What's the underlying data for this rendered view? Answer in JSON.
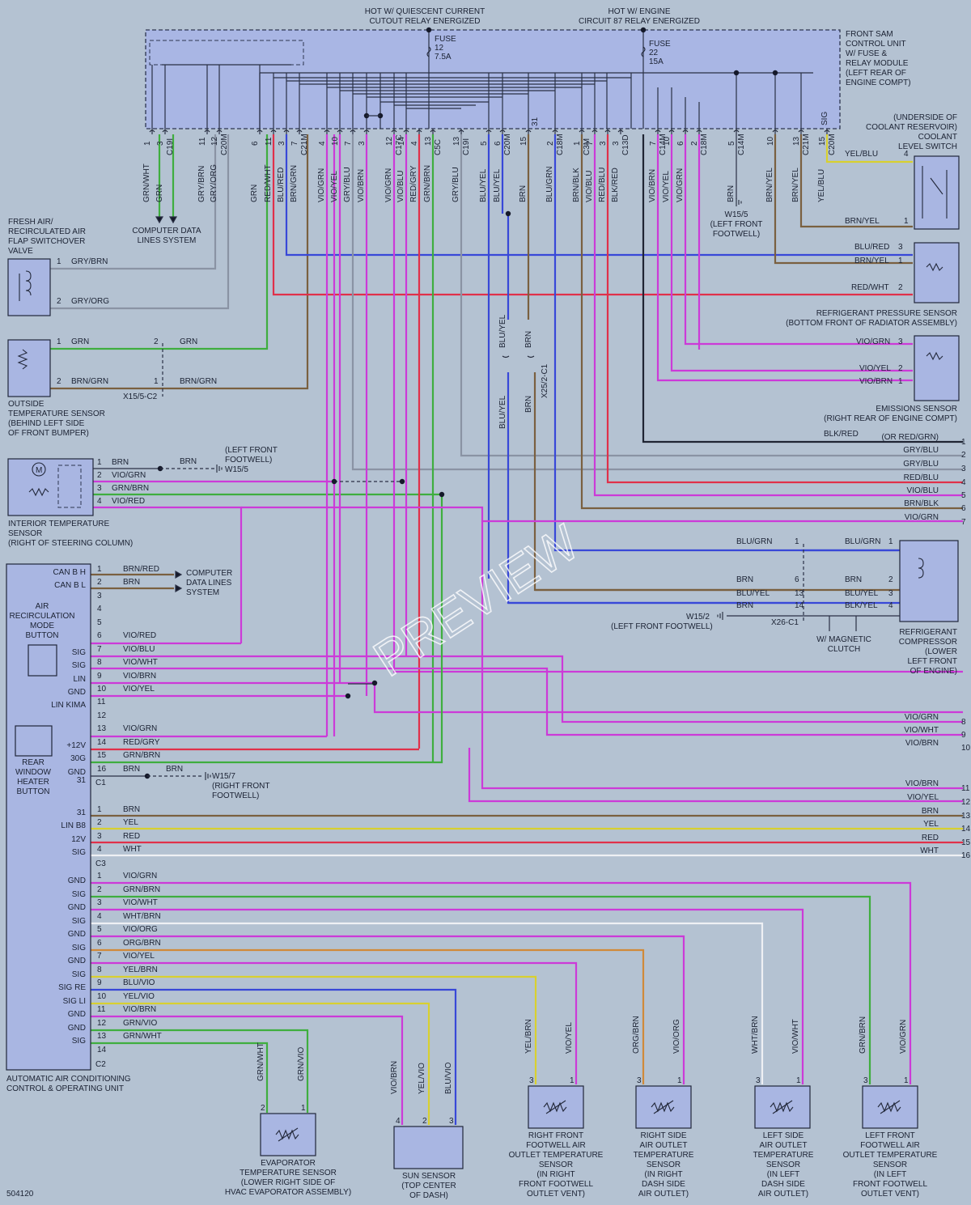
{
  "top_labels": {
    "hot_quiescent": [
      "HOT W/ QUIESCENT CURRENT",
      "CUTOUT RELAY ENERGIZED"
    ],
    "hot_engine": [
      "HOT W/ ENGINE",
      "CIRCUIT 87 RELAY ENERGIZED"
    ],
    "fuse12": [
      "FUSE",
      "12",
      "7.5A"
    ],
    "fuse22": [
      "FUSE",
      "22",
      "15A"
    ],
    "sam_module": [
      "FRONT SAM",
      "CONTROL UNIT",
      "W/ FUSE &",
      "RELAY MODULE",
      "(LEFT REAR OF",
      "ENGINE COMPT)"
    ],
    "sig": "SIG"
  },
  "sam_pins": [
    {
      "pin": "1",
      "conn": "",
      "wire": "GRN/WHT"
    },
    {
      "pin": "3",
      "conn": "C19I",
      "wire": "GRN"
    },
    {
      "pin": "11",
      "conn": "",
      "wire": "GRY/BRN"
    },
    {
      "pin": "12",
      "conn": "C20M",
      "wire": "GRY/ORG"
    },
    {
      "pin": "6",
      "conn": "",
      "wire": "GRN"
    },
    {
      "pin": "11",
      "conn": "",
      "wire": "RED/WHT"
    },
    {
      "pin": "3",
      "conn": "",
      "wire": "BLU/RED"
    },
    {
      "pin": "7",
      "conn": "C21M",
      "wire": "BRN/GRN"
    },
    {
      "pin": "4",
      "conn": "",
      "wire": "VIO/GRN"
    },
    {
      "pin": "10",
      "conn": "",
      "wire": "VIO/YEL"
    },
    {
      "pin": "7",
      "conn": "",
      "wire": "GRY/BLU"
    },
    {
      "pin": "3",
      "conn": "",
      "wire": "VIO/BRN"
    },
    {
      "pin": "12",
      "conn": "C17C",
      "wire": "VIO/GRN"
    },
    {
      "pin": "14",
      "conn": "",
      "wire": "VIO/BLU"
    },
    {
      "pin": "4",
      "conn": "",
      "wire": "RED/GRY"
    },
    {
      "pin": "13",
      "conn": "C5C",
      "wire": "GRN/BRN"
    },
    {
      "pin": "13",
      "conn": "C19I",
      "wire": "GRY/BLU"
    },
    {
      "pin": "5",
      "conn": "",
      "wire": "BLU/YEL"
    },
    {
      "pin": "6",
      "conn": "C20M",
      "wire": "BLU/YEL"
    },
    {
      "pin": "15",
      "conn": "",
      "wire": "BRN"
    },
    {
      "pin": "2",
      "conn": "C18M",
      "wire": "BLU/GRN"
    },
    {
      "pin": "1",
      "conn": "C3M",
      "wire": "BRN/BLK"
    },
    {
      "pin": "7",
      "conn": "",
      "wire": "VIO/BLU"
    },
    {
      "pin": "3",
      "conn": "",
      "wire": "RED/BLU"
    },
    {
      "pin": "3",
      "conn": "C13D",
      "wire": "BLK/RED"
    },
    {
      "pin": "7",
      "conn": "C14M",
      "wire": "VIO/BRN"
    },
    {
      "pin": "10",
      "conn": "",
      "wire": "VIO/YEL"
    },
    {
      "pin": "6",
      "conn": "",
      "wire": "VIO/GRN"
    },
    {
      "pin": "2",
      "conn": "C18M",
      "wire": ""
    },
    {
      "pin": "5",
      "conn": "C14M",
      "wire": "BRN"
    },
    {
      "pin": "10",
      "conn": "",
      "wire": "BRN/YEL"
    },
    {
      "pin": "13",
      "conn": "C21M",
      "wire": "BRN/YEL"
    },
    {
      "pin": "15",
      "conn": "C20M",
      "wire": "YEL/BLU"
    }
  ],
  "misc_labels": {
    "pin31": "31",
    "or_red_grn": "(OR RED/GRN)",
    "computer_data_lines_top": [
      "COMPUTER DATA",
      "LINES SYSTEM"
    ],
    "w155_top": [
      "W15/5",
      "(LEFT FRONT",
      "FOOTWELL)"
    ],
    "blu_yel": "BLU/YEL",
    "brn": "BRN",
    "x252_c1": "X25/2-C1",
    "x155_c2": "X15/5-C2",
    "x26_c1": "X26-C1",
    "w152": "W15/2",
    "left_front_footwell": "(LEFT FRONT FOOTWELL)",
    "w155_mid": [
      "(LEFT FRONT",
      "FOOTWELL)",
      "W15/5"
    ],
    "w157": [
      "W15/7",
      "(RIGHT FRONT",
      "FOOTWELL)"
    ],
    "computer_data_lines_mid": [
      "COMPUTER",
      "DATA LINES",
      "SYSTEM"
    ],
    "w_magnetic_clutch": [
      "W/ MAGNETIC",
      "CLUTCH"
    ],
    "c1": "C1",
    "c2": "C2",
    "c3": "C3",
    "diagram_id": "504120",
    "watermark": "PREVIEW"
  },
  "components": {
    "fresh_air": {
      "label": [
        "FRESH AIR/",
        "RECIRCULATED AIR",
        "FLAP SWITCHOVER",
        "VALVE"
      ],
      "pins": [
        {
          "pin": "1",
          "wire": "GRY/BRN"
        },
        {
          "pin": "2",
          "wire": "GRY/ORG"
        }
      ]
    },
    "outside_temp": {
      "label": [
        "OUTSIDE",
        "TEMPERATURE SENSOR",
        "(BEHIND LEFT SIDE",
        "OF FRONT BUMPER)"
      ],
      "pins": [
        {
          "pin": "1",
          "wire": "GRN"
        },
        {
          "pin": "2",
          "wire": "BRN/GRN"
        }
      ],
      "conn_pins": [
        "2",
        "1"
      ],
      "conn_wires": [
        "GRN",
        "BRN/GRN"
      ]
    },
    "interior_temp": {
      "label": [
        "INTERIOR TEMPERATURE",
        "SENSOR",
        "(RIGHT OF STEERING COLUMN)"
      ],
      "motor": "M",
      "pins": [
        {
          "pin": "1",
          "wire": "BRN"
        },
        {
          "pin": "2",
          "wire": "VIO/GRN"
        },
        {
          "pin": "3",
          "wire": "GRN/BRN"
        },
        {
          "pin": "4",
          "wire": "VIO/RED"
        }
      ],
      "brn2": "BRN"
    },
    "coolant_switch": {
      "label": [
        "(UNDERSIDE OF",
        "COOLANT RESERVOIR)",
        "COOLANT",
        "LEVEL SWITCH"
      ],
      "pins": [
        {
          "pin": "4",
          "wire": "YEL/BLU"
        },
        {
          "pin": "1",
          "wire": "BRN/YEL"
        }
      ]
    },
    "refrig_pressure": {
      "label": [
        "REFRIGERANT PRESSURE SENSOR",
        "(BOTTOM FRONT OF RADIATOR ASSEMBLY)"
      ],
      "pins": [
        {
          "pin": "3",
          "wire": "BLU/RED"
        },
        {
          "pin": "1",
          "wire": "BRN/YEL"
        },
        {
          "pin": "2",
          "wire": "RED/WHT"
        }
      ]
    },
    "emissions": {
      "label": [
        "EMISSIONS SENSOR",
        "(RIGHT REAR OF ENGINE COMPT)"
      ],
      "pins": [
        {
          "pin": "3",
          "wire": "VIO/GRN"
        },
        {
          "pin": "2",
          "wire": "VIO/YEL"
        },
        {
          "pin": "1",
          "wire": "VIO/BRN"
        }
      ]
    },
    "compressor": {
      "label": [
        "REFRIGERANT",
        "COMPRESSOR",
        "(LOWER",
        "LEFT FRONT",
        "OF ENGINE)"
      ],
      "pins": [
        {
          "pin": "1",
          "wire": "BLU/GRN"
        },
        {
          "pin": "2",
          "wire": "BRN"
        },
        {
          "pin": "3",
          "wire": "BLU/YEL"
        },
        {
          "pin": "4",
          "wire": "BLK/YEL"
        }
      ],
      "conn_pins": [
        "1",
        "6",
        "13",
        "14"
      ],
      "conn_wires": [
        "BLU/GRN",
        "BRN",
        "BLU/YEL",
        "BRN"
      ]
    },
    "evaporator": {
      "label": [
        "EVAPORATOR",
        "TEMPERATURE SENSOR",
        "(LOWER RIGHT SIDE OF",
        "HVAC EVAPORATOR ASSEMBLY)"
      ],
      "pins": [
        {
          "pin": "2",
          "wire": "GRN/WHT"
        },
        {
          "pin": "1",
          "wire": "GRN/VIO"
        }
      ]
    },
    "sun_sensor": {
      "label": [
        "SUN SENSOR",
        "(TOP CENTER",
        "OF DASH)"
      ],
      "pins": [
        {
          "pin": "4",
          "wire": "VIO/BRN"
        },
        {
          "pin": "2",
          "wire": "YEL/VIO"
        },
        {
          "pin": "3",
          "wire": "BLU/VIO"
        }
      ]
    },
    "rf_footwell": {
      "label": [
        "RIGHT FRONT",
        "FOOTWELL AIR",
        "OUTLET TEMPERATURE",
        "SENSOR",
        "(IN RIGHT",
        "FRONT FOOTWELL",
        "OUTLET VENT)"
      ],
      "pins": [
        {
          "pin": "3",
          "wire": "YEL/BRN"
        },
        {
          "pin": "1",
          "wire": "VIO/YEL"
        }
      ]
    },
    "rs_outlet": {
      "label": [
        "RIGHT SIDE",
        "AIR OUTLET",
        "TEMPERATURE",
        "SENSOR",
        "(IN RIGHT",
        "DASH SIDE",
        "AIR OUTLET)"
      ],
      "pins": [
        {
          "pin": "3",
          "wire": "ORG/BRN"
        },
        {
          "pin": "1",
          "wire": "VIO/ORG"
        }
      ]
    },
    "ls_outlet": {
      "label": [
        "LEFT SIDE",
        "AIR OUTLET",
        "TEMPERATURE",
        "SENSOR",
        "(IN LEFT",
        "DASH SIDE",
        "AIR OUTLET)"
      ],
      "pins": [
        {
          "pin": "3",
          "wire": "WHT/BRN"
        },
        {
          "pin": "1",
          "wire": "VIO/WHT"
        }
      ]
    },
    "lf_footwell": {
      "label": [
        "LEFT FRONT",
        "FOOTWELL AIR",
        "OUTLET TEMPERATURE",
        "SENSOR",
        "(IN LEFT",
        "FRONT FOOTWELL",
        "OUTLET VENT)"
      ],
      "pins": [
        {
          "pin": "3",
          "wire": "GRN/BRN"
        },
        {
          "pin": "1",
          "wire": "VIO/GRN"
        }
      ]
    }
  },
  "control_unit": {
    "label": [
      "AUTOMATIC AIR CONDITIONING",
      "CONTROL & OPERATING UNIT"
    ],
    "air_recirc": [
      "AIR",
      "RECIRCULATION",
      "MODE",
      "BUTTON"
    ],
    "rear_window": [
      "REAR",
      "WINDOW",
      "HEATER",
      "BUTTON"
    ],
    "c1": [
      {
        "pin": "1",
        "func": "CAN B H",
        "wire": "BRN/RED"
      },
      {
        "pin": "2",
        "func": "CAN B L",
        "wire": "BRN"
      },
      {
        "pin": "3",
        "func": "",
        "wire": ""
      },
      {
        "pin": "4",
        "func": "",
        "wire": ""
      },
      {
        "pin": "5",
        "func": "",
        "wire": ""
      },
      {
        "pin": "6",
        "func": "",
        "wire": "VIO/RED"
      },
      {
        "pin": "7",
        "func": "SIG",
        "wire": "VIO/BLU"
      },
      {
        "pin": "8",
        "func": "SIG",
        "wire": "VIO/WHT"
      },
      {
        "pin": "9",
        "func": "LIN",
        "wire": "VIO/BRN"
      },
      {
        "pin": "10",
        "func": "GND",
        "wire": "VIO/YEL"
      },
      {
        "pin": "11",
        "func": "LIN KIMA",
        "wire": ""
      },
      {
        "pin": "12",
        "func": "",
        "wire": ""
      },
      {
        "pin": "13",
        "func": "",
        "wire": "VIO/GRN"
      },
      {
        "pin": "14",
        "func": "+12V",
        "wire": "RED/GRY"
      },
      {
        "pin": "15",
        "func": "30G",
        "wire": "GRN/BRN"
      },
      {
        "pin": "16",
        "func": "GND",
        "wire": "BRN"
      },
      {
        "pin": "",
        "func": "31",
        "wire": ""
      }
    ],
    "c3": [
      {
        "pin": "1",
        "func": "31",
        "wire": "BRN"
      },
      {
        "pin": "2",
        "func": "LIN B8",
        "wire": "YEL"
      },
      {
        "pin": "3",
        "func": "12V",
        "wire": "RED"
      },
      {
        "pin": "4",
        "func": "SIG",
        "wire": "WHT"
      }
    ],
    "c2": [
      {
        "pin": "1",
        "func": "GND",
        "wire": "VIO/GRN"
      },
      {
        "pin": "2",
        "func": "SIG",
        "wire": "GRN/BRN"
      },
      {
        "pin": "3",
        "func": "GND",
        "wire": "VIO/WHT"
      },
      {
        "pin": "4",
        "func": "SIG",
        "wire": "WHT/BRN"
      },
      {
        "pin": "5",
        "func": "GND",
        "wire": "VIO/ORG"
      },
      {
        "pin": "6",
        "func": "SIG",
        "wire": "ORG/BRN"
      },
      {
        "pin": "7",
        "func": "GND",
        "wire": "VIO/YEL"
      },
      {
        "pin": "8",
        "func": "SIG",
        "wire": "YEL/BRN"
      },
      {
        "pin": "9",
        "func": "SIG RE",
        "wire": "BLU/VIO"
      },
      {
        "pin": "10",
        "func": "SIG LI",
        "wire": "YEL/VIO"
      },
      {
        "pin": "11",
        "func": "GND",
        "wire": "VIO/BRN"
      },
      {
        "pin": "12",
        "func": "GND",
        "wire": "GRN/VIO"
      },
      {
        "pin": "13",
        "func": "SIG",
        "wire": "GRN/WHT"
      },
      {
        "pin": "14",
        "func": "",
        "wire": ""
      }
    ]
  },
  "right_edge": [
    {
      "num": "1",
      "wire": "(OR RED/GRN)",
      "left": "BLK/RED"
    },
    {
      "num": "2",
      "wire": "GRY/BLU"
    },
    {
      "num": "3",
      "wire": "GRY/BLU"
    },
    {
      "num": "4",
      "wire": "RED/BLU"
    },
    {
      "num": "5",
      "wire": "VIO/BLU"
    },
    {
      "num": "6",
      "wire": "BRN/BLK"
    },
    {
      "num": "7",
      "wire": "VIO/GRN"
    },
    {
      "num": "8",
      "wire": "VIO/GRN"
    },
    {
      "num": "9",
      "wire": "VIO/WHT"
    },
    {
      "num": "10",
      "wire": "VIO/BRN"
    },
    {
      "num": "11",
      "wire": "VIO/BRN"
    },
    {
      "num": "12",
      "wire": "VIO/YEL"
    },
    {
      "num": "13",
      "wire": "BRN"
    },
    {
      "num": "14",
      "wire": "YEL"
    },
    {
      "num": "15",
      "wire": "RED"
    },
    {
      "num": "16",
      "wire": "WHT"
    }
  ],
  "colors": {
    "background": "#b4c2d2",
    "box": "#a9b6e2",
    "GRN": "#3fae3f",
    "BRN": "#7a6040",
    "RED": "#e0304a",
    "VIO": "#cc3ad8",
    "BLU": "#3848d8",
    "GRY": "#8a93a4",
    "YEL": "#d8d030",
    "ORG": "#d08a3a",
    "BLK": "#1f2433",
    "WHT": "#eef0f4"
  }
}
